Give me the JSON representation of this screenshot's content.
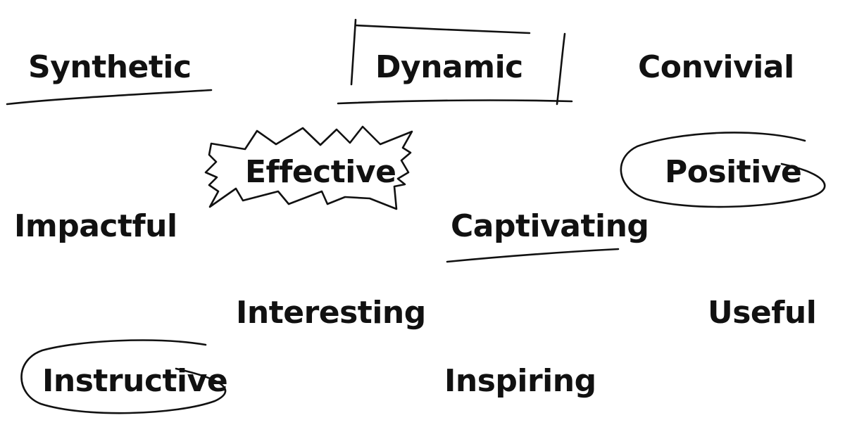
{
  "words": {
    "synthetic": "Synthetic",
    "dynamic": "Dynamic",
    "convivial": "Convivial",
    "effective": "Effective",
    "positive": "Positive",
    "impactful": "Impactful",
    "captivating": "Captivating",
    "interesting": "Interesting",
    "useful": "Useful",
    "instructive": "Instructive",
    "inspiring": "Inspiring"
  },
  "colors": {
    "background": "#ffffff",
    "ink": "#111111"
  }
}
